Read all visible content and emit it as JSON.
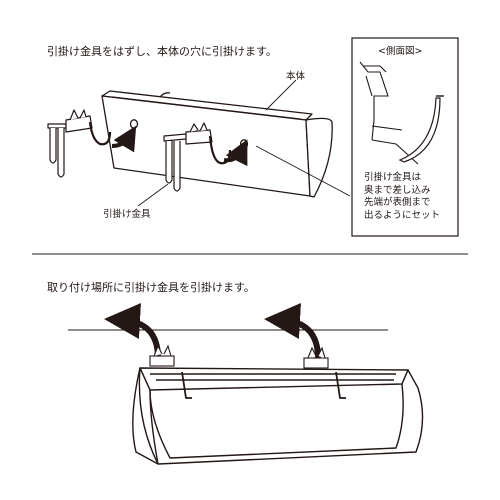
{
  "step1": {
    "text": "引掛け金具をはずし、本体の穴に引掛けます。"
  },
  "step2": {
    "text": "取り付け場所に引掛け金具を引掛けます。"
  },
  "labels": {
    "body": "本体",
    "hook": "引掛け金具"
  },
  "side_view": {
    "title": "<側面図>",
    "note": [
      "引掛け金具は",
      "奥まで差し込み",
      "先端が表側まで",
      "出るようにセット"
    ]
  }
}
